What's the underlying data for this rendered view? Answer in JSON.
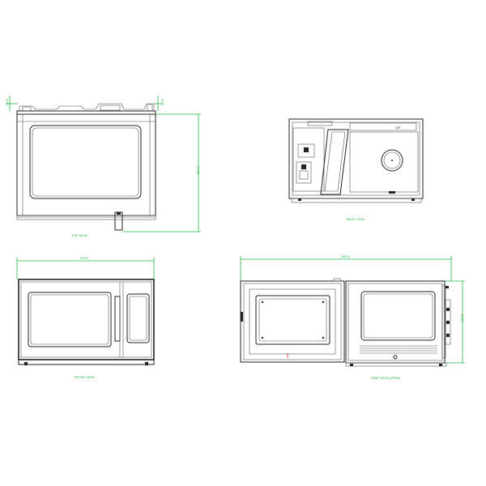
{
  "views": {
    "top": {
      "caption": "TOP VIEW",
      "dim_width": "",
      "dim_depth": "560.0",
      "dim_top_left": "23.5",
      "dim_top_right": "23.5"
    },
    "back": {
      "caption": "BACK VIEW"
    },
    "front": {
      "caption": "FRONT VIEW",
      "dim_width": "530.0"
    },
    "side": {
      "caption": "SIDE VIEW (OPEN)",
      "dim_total": "883.0",
      "dim_height": "316.5"
    }
  },
  "colors": {
    "line": "#222222",
    "dimension": "#27b34a",
    "accent": "#dd3333"
  }
}
